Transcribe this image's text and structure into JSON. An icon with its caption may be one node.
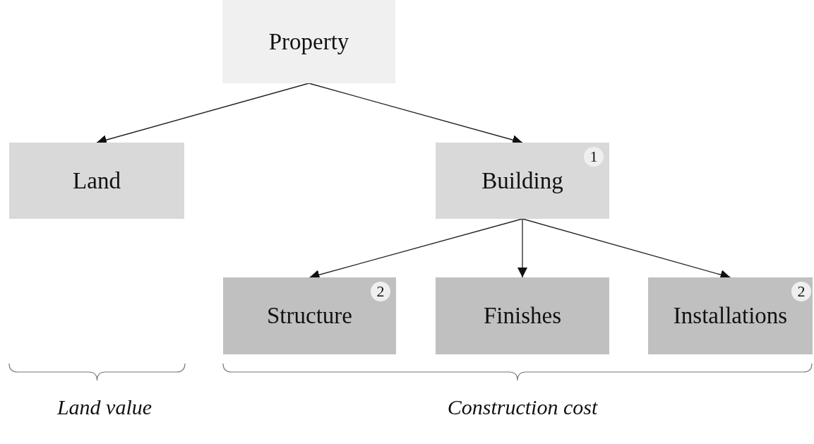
{
  "diagram": {
    "nodes": [
      {
        "text": [
          "Property"
        ]
      },
      {
        "text": [
          "Land"
        ]
      },
      {
        "text": [
          "Building",
          "1"
        ]
      },
      {
        "text": [
          "Structure",
          "2"
        ]
      },
      {
        "text": [
          "Finishes"
        ]
      },
      {
        "text": [
          "Installations",
          "2"
        ]
      }
    ],
    "edges": [
      {
        "from": 0,
        "to": 1,
        "arrow": "to"
      },
      {
        "from": 0,
        "to": 2,
        "arrow": "to"
      },
      {
        "from": 2,
        "to": 3,
        "arrow": "to"
      },
      {
        "from": 2,
        "to": 4,
        "arrow": "to"
      },
      {
        "from": 2,
        "to": 5,
        "arrow": "to"
      }
    ],
    "labels": [
      "Land value",
      "Construction cost"
    ]
  }
}
